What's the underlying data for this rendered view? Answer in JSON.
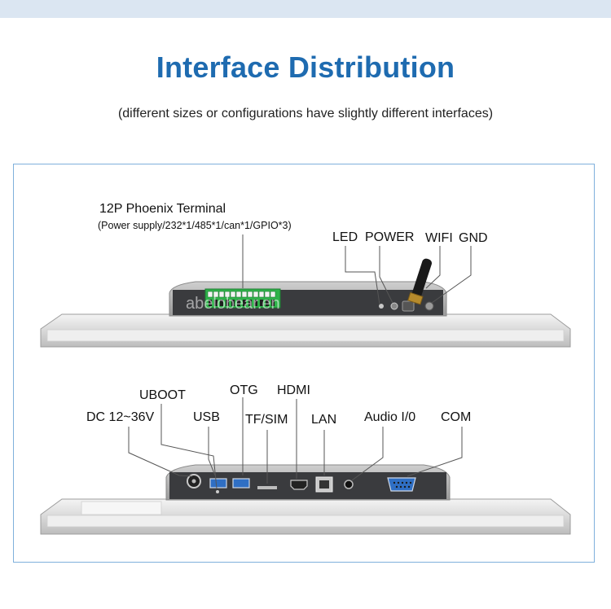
{
  "header": {
    "title": "Interface Distribution",
    "subtitle": "(different sizes or configurations have slightly different interfaces)"
  },
  "top_view": {
    "terminal_title": "12P Phoenix Terminal",
    "terminal_detail": "(Power supply/232*1/485*1/can*1/GPIO*3)",
    "led": "LED",
    "power": "POWER",
    "wifi": "WIFI",
    "gnd": "GND"
  },
  "bottom_view": {
    "dc": "DC 12~36V",
    "uboot": "UBOOT",
    "usb": "USB",
    "otg": "OTG",
    "tfsim": "TF/SIM",
    "hdmi": "HDMI",
    "lan": "LAN",
    "audio": "Audio I/0",
    "com": "COM"
  },
  "watermark": "abelobear.en",
  "colors": {
    "accent": "#1e6bb0",
    "panel_border": "#7fb0dc",
    "device_body": "#e6e6e6",
    "port_panel": "#3a3b3e",
    "terminal_green": "#2fb24a",
    "usb_blue": "#2f6fc4"
  }
}
